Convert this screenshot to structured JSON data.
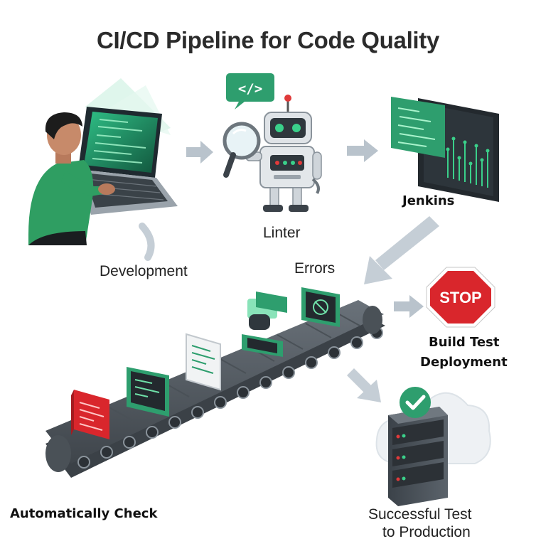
{
  "title": "CI/CD Pipeline for Code Quality",
  "labels": {
    "development": "Development",
    "linter": "Linter",
    "jenkins": "Jenkins",
    "errors": "Errors",
    "build_test_deployment_line1": "Build Test",
    "build_test_deployment_line2": "Deployment",
    "automatically_check": "Automatically Check",
    "successful_line1": "Successful Test",
    "successful_line2": "to Production"
  },
  "badges": {
    "code_tag": "</>",
    "stop": "STOP"
  },
  "colors": {
    "accent_green": "#2e9e6e",
    "stop_red": "#d9262c",
    "arrow_gray": "#b9c3cc",
    "belt_dark": "#545b63"
  },
  "icons": [
    "developer-laptop-icon",
    "robot-linter-icon",
    "magnifier-icon",
    "code-bubble-icon",
    "jenkins-monitor-icon",
    "stop-sign-icon",
    "conveyor-belt-icon",
    "server-cloud-icon",
    "checkmark-icon"
  ]
}
